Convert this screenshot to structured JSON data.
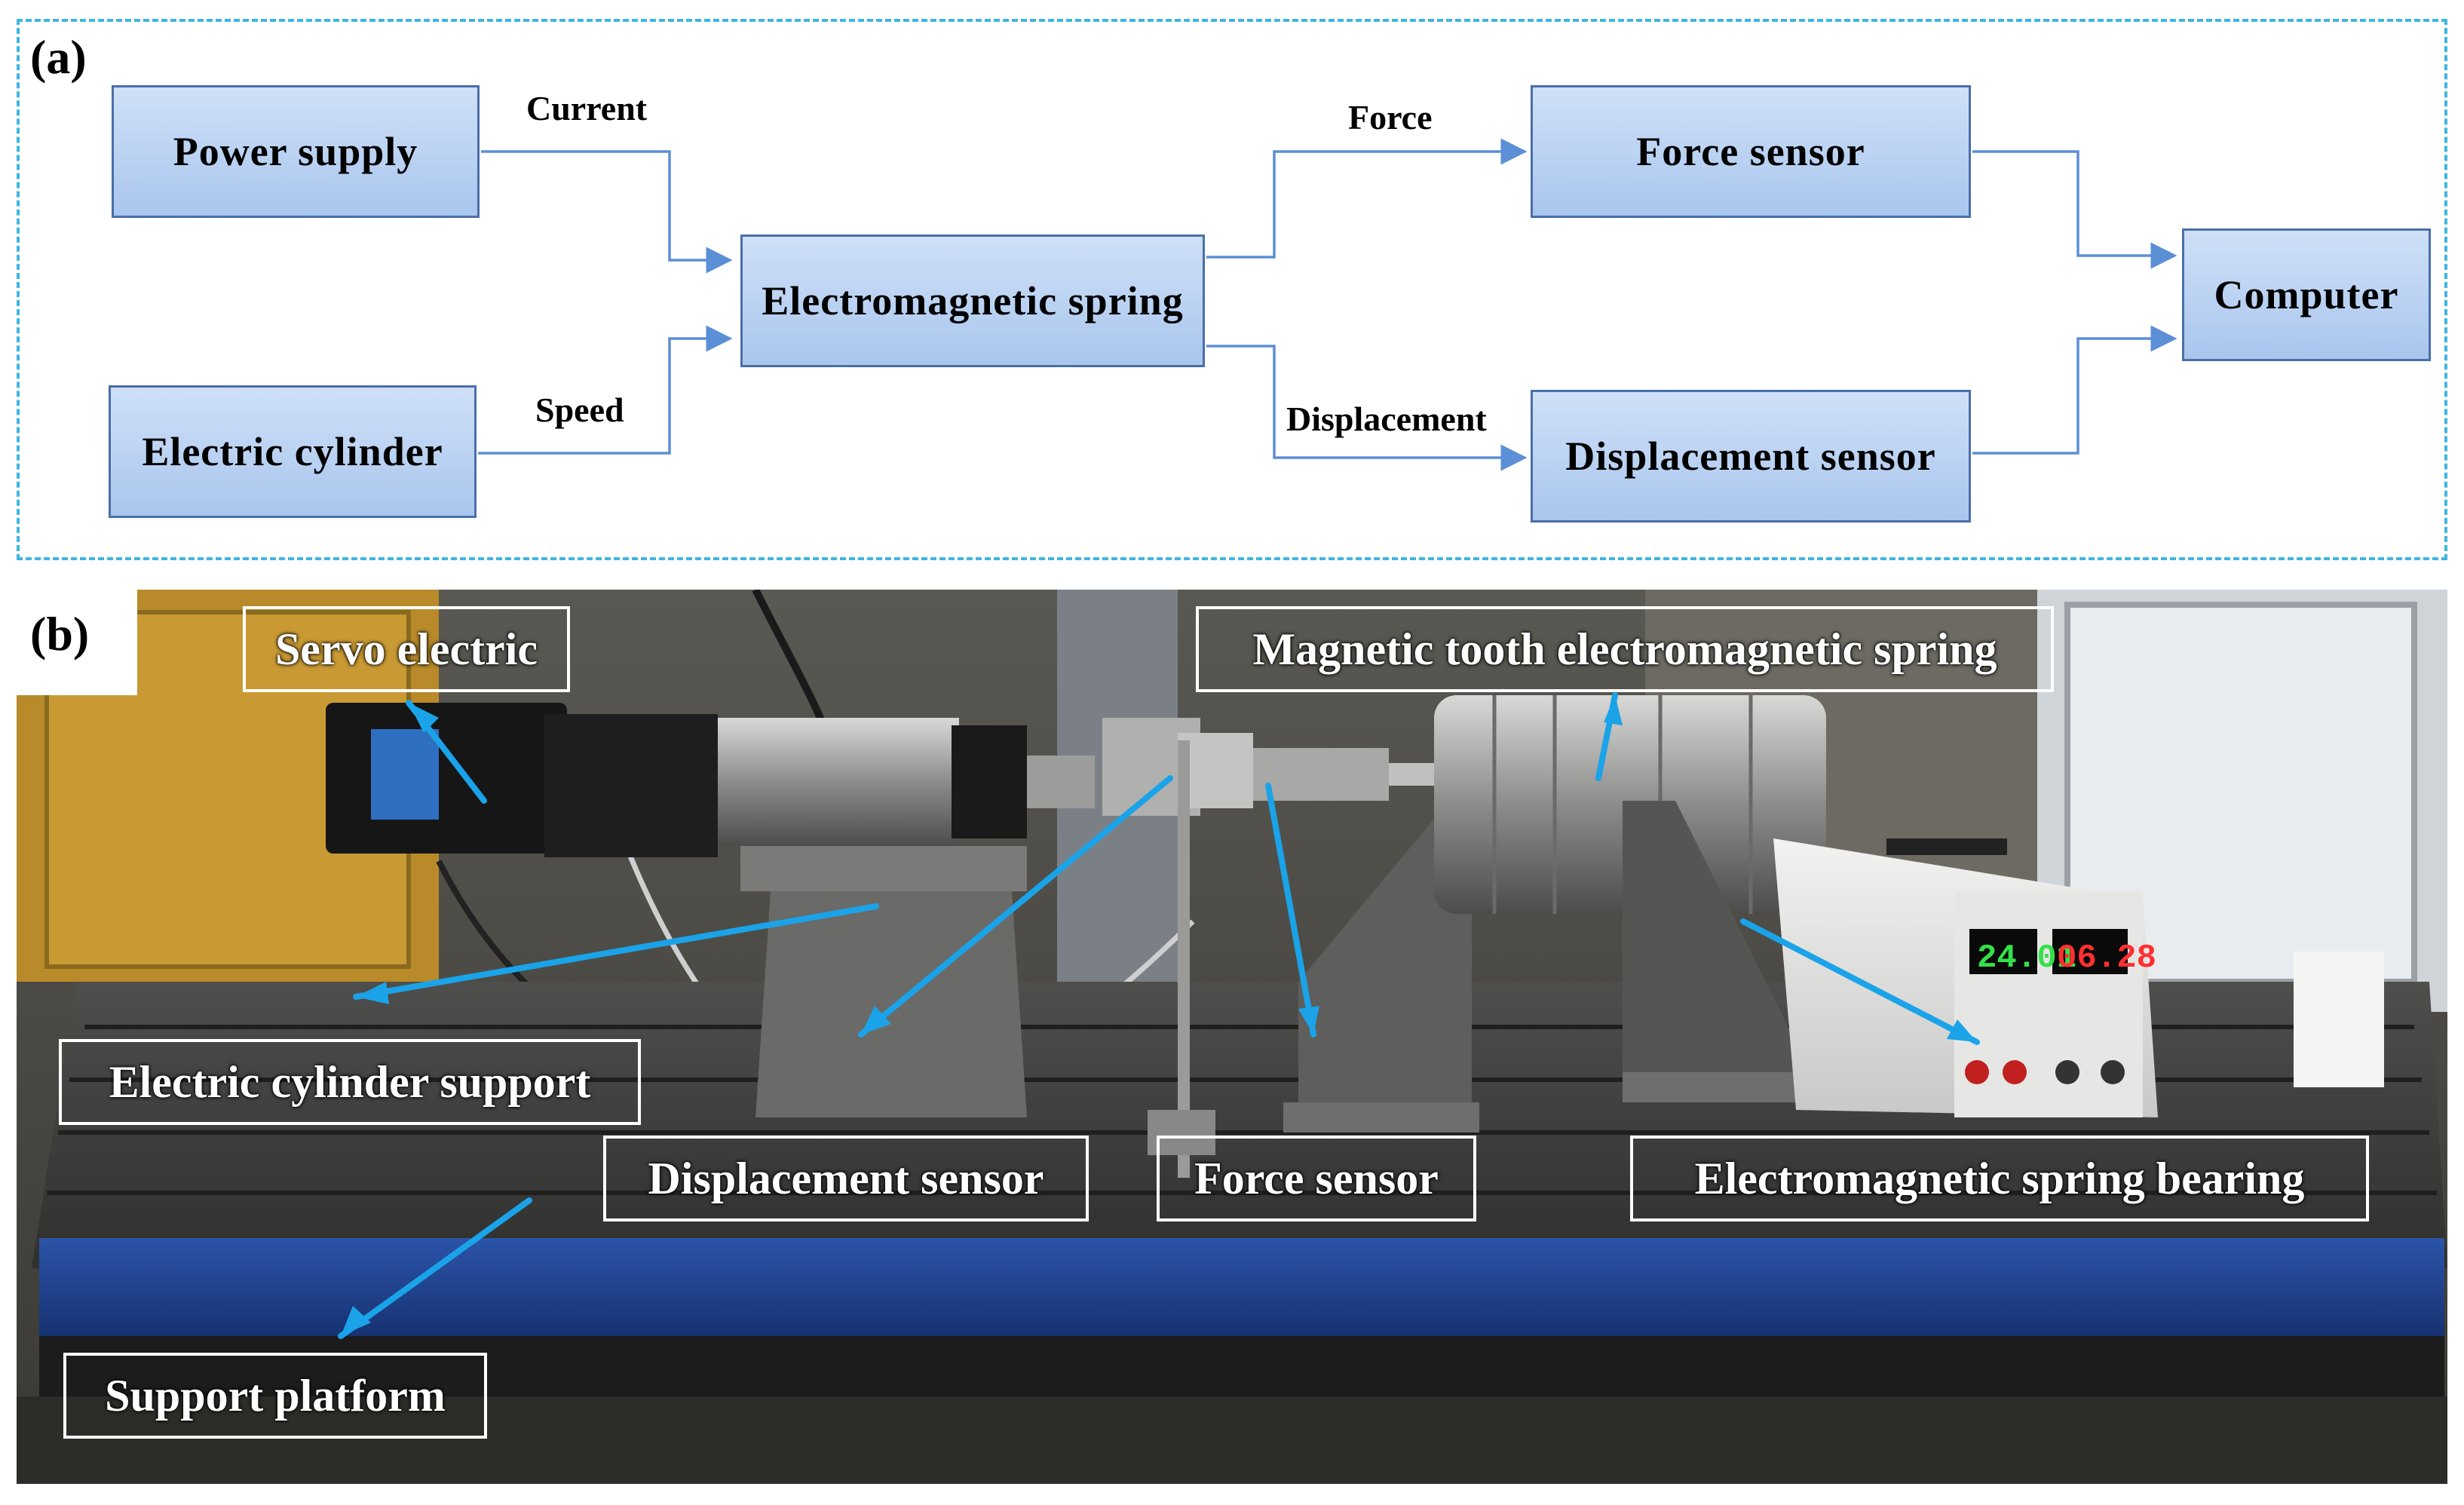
{
  "panel_a": {
    "label": "(a)",
    "boxes": {
      "power_supply": "Power supply",
      "electric_cylinder": "Electric cylinder",
      "electromagnetic_spring": "Electromagnetic spring",
      "force_sensor": "Force sensor",
      "displacement_sensor": "Displacement sensor",
      "computer": "Computer"
    },
    "edges": {
      "current": "Current",
      "speed": "Speed",
      "force": "Force",
      "displacement": "Displacement"
    },
    "colors": {
      "box_fill": "#b8d0f2",
      "box_border": "#4a6fa8",
      "arrow": "#5b8fd6",
      "frame": "#3fb6e0"
    }
  },
  "panel_b": {
    "label": "(b)",
    "callouts": {
      "servo_electric": "Servo electric",
      "magnetic_tooth_spring": "Magnetic tooth electromagnetic spring",
      "electric_cylinder_support": "Electric cylinder support",
      "displacement_sensor": "Displacement sensor",
      "force_sensor": "Force sensor",
      "spring_bearing": "Electromagnetic spring bearing",
      "support_platform": "Support platform"
    },
    "power_display": {
      "voltage": "24.01",
      "current": "06.28"
    },
    "colors": {
      "pointer": "#1aa3e8",
      "platform": "#1f3f8a"
    }
  }
}
